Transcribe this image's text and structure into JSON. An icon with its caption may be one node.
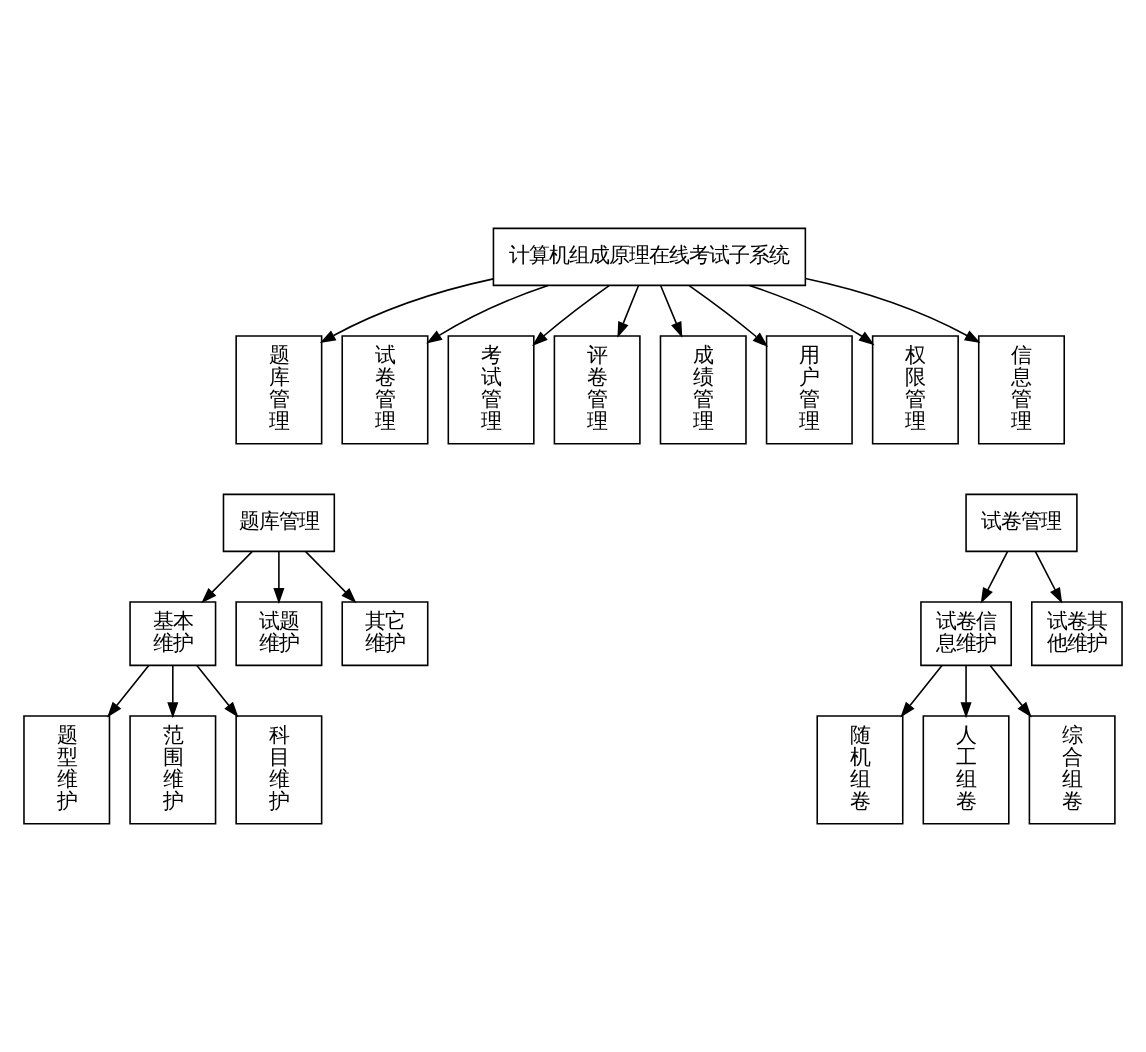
{
  "diagram": {
    "nodes": [
      {
        "text": [
          "计算机组成原理在线考试子系统"
        ]
      },
      {
        "text": [
          "题库管理"
        ]
      },
      {
        "text": [
          "试卷管理"
        ]
      },
      {
        "text": [
          "考试管理"
        ]
      },
      {
        "text": [
          "评卷管理"
        ]
      },
      {
        "text": [
          "成绩管理"
        ]
      },
      {
        "text": [
          "用户管理"
        ]
      },
      {
        "text": [
          "权限管理"
        ]
      },
      {
        "text": [
          "信息管理"
        ]
      },
      {
        "text": [
          "题库管理"
        ]
      },
      {
        "text": [
          "基本维护"
        ]
      },
      {
        "text": [
          "试题维护"
        ]
      },
      {
        "text": [
          "其它维护"
        ]
      },
      {
        "text": [
          "题型维护"
        ]
      },
      {
        "text": [
          "范围维护"
        ]
      },
      {
        "text": [
          "科目维护"
        ]
      },
      {
        "text": [
          "试卷管理"
        ]
      },
      {
        "text": [
          "试卷信息维护"
        ]
      },
      {
        "text": [
          "试卷其他维护"
        ]
      },
      {
        "text": [
          "随机组卷"
        ]
      },
      {
        "text": [
          "人工组卷"
        ]
      },
      {
        "text": [
          "综合组卷"
        ]
      }
    ],
    "edges": [
      {
        "from": 0,
        "to": 1,
        "arrow": "to"
      },
      {
        "from": 0,
        "to": 2,
        "arrow": "to"
      },
      {
        "from": 0,
        "to": 3,
        "arrow": "to"
      },
      {
        "from": 0,
        "to": 4,
        "arrow": "to"
      },
      {
        "from": 0,
        "to": 5,
        "arrow": "to"
      },
      {
        "from": 0,
        "to": 6,
        "arrow": "to"
      },
      {
        "from": 0,
        "to": 7,
        "arrow": "to"
      },
      {
        "from": 0,
        "to": 8,
        "arrow": "to"
      },
      {
        "from": 9,
        "to": 10,
        "arrow": "to"
      },
      {
        "from": 9,
        "to": 11,
        "arrow": "to"
      },
      {
        "from": 9,
        "to": 12,
        "arrow": "to"
      },
      {
        "from": 10,
        "to": 13,
        "arrow": "to"
      },
      {
        "from": 10,
        "to": 14,
        "arrow": "to"
      },
      {
        "from": 10,
        "to": 15,
        "arrow": "to"
      },
      {
        "from": 16,
        "to": 17,
        "arrow": "to"
      },
      {
        "from": 16,
        "to": 18,
        "arrow": "to"
      },
      {
        "from": 17,
        "to": 19,
        "arrow": "to"
      },
      {
        "from": 17,
        "to": 20,
        "arrow": "to"
      },
      {
        "from": 17,
        "to": 21,
        "arrow": "to"
      }
    ]
  }
}
